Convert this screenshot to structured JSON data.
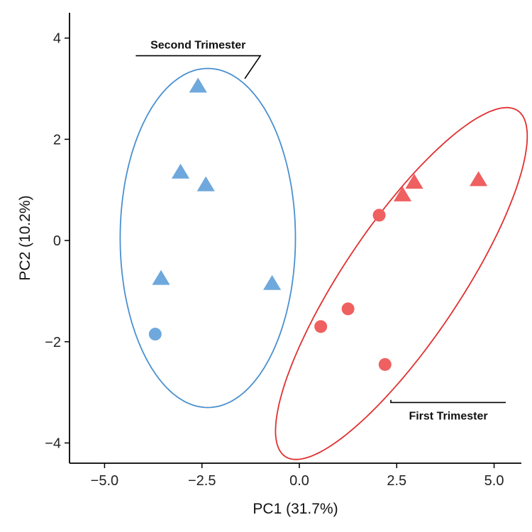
{
  "chart_data": {
    "type": "scatter",
    "title": "",
    "xlabel": "PC1 (31.7%)",
    "ylabel": "PC2 (10.2%)",
    "xlim": [
      -5.9,
      5.7
    ],
    "ylim": [
      -4.4,
      4.5
    ],
    "x_ticks": [
      -5.0,
      -2.5,
      0.0,
      2.5,
      5.0
    ],
    "x_tick_labels": [
      "−5.0",
      "−2.5",
      "0.0",
      "2.5",
      "5.0"
    ],
    "y_ticks": [
      -4,
      -2,
      0,
      2,
      4
    ],
    "y_tick_labels": [
      "−4",
      "−2",
      "0",
      "2",
      "4"
    ],
    "grid": false,
    "legend": "none",
    "groups": [
      {
        "label": "Second Trimester",
        "color": "#4a90d0",
        "point_color": "#6fa8dc",
        "ellipse": {
          "cx": -2.35,
          "cy": 0.05,
          "rx": 2.25,
          "ry": 3.35,
          "angle_deg": 0
        },
        "points": [
          {
            "x": -2.6,
            "y": 3.05,
            "shape": "triangle"
          },
          {
            "x": -3.05,
            "y": 1.35,
            "shape": "triangle"
          },
          {
            "x": -2.4,
            "y": 1.1,
            "shape": "triangle"
          },
          {
            "x": -3.55,
            "y": -0.75,
            "shape": "triangle"
          },
          {
            "x": -0.7,
            "y": -0.85,
            "shape": "triangle"
          },
          {
            "x": -3.7,
            "y": -1.85,
            "shape": "circle"
          }
        ]
      },
      {
        "label": "First Trimester",
        "color": "#e03030",
        "point_color": "#ef6060",
        "ellipse": {
          "cx": 2.62,
          "cy": -0.85,
          "rx": 4.55,
          "ry": 1.35,
          "angle_deg": 47.5
        },
        "points": [
          {
            "x": 2.95,
            "y": 1.15,
            "shape": "triangle"
          },
          {
            "x": 2.65,
            "y": 0.9,
            "shape": "triangle"
          },
          {
            "x": 4.6,
            "y": 1.2,
            "shape": "triangle"
          },
          {
            "x": 2.05,
            "y": 0.5,
            "shape": "circle"
          },
          {
            "x": 1.25,
            "y": -1.35,
            "shape": "circle"
          },
          {
            "x": 0.55,
            "y": -1.7,
            "shape": "circle"
          },
          {
            "x": 2.2,
            "y": -2.45,
            "shape": "circle"
          }
        ]
      }
    ],
    "annotations": [
      {
        "text": "Second Trimester",
        "group": 0,
        "bracket": [
          [
            -4.2,
            3.65
          ],
          [
            -1.0,
            3.65
          ],
          [
            -1.0,
            3.65
          ],
          [
            -1.4,
            3.2
          ]
        ]
      },
      {
        "text": "First Trimester",
        "group": 1,
        "bracket": [
          [
            2.35,
            -3.15
          ],
          [
            2.35,
            -3.2
          ],
          [
            5.3,
            -3.2
          ]
        ]
      }
    ]
  }
}
